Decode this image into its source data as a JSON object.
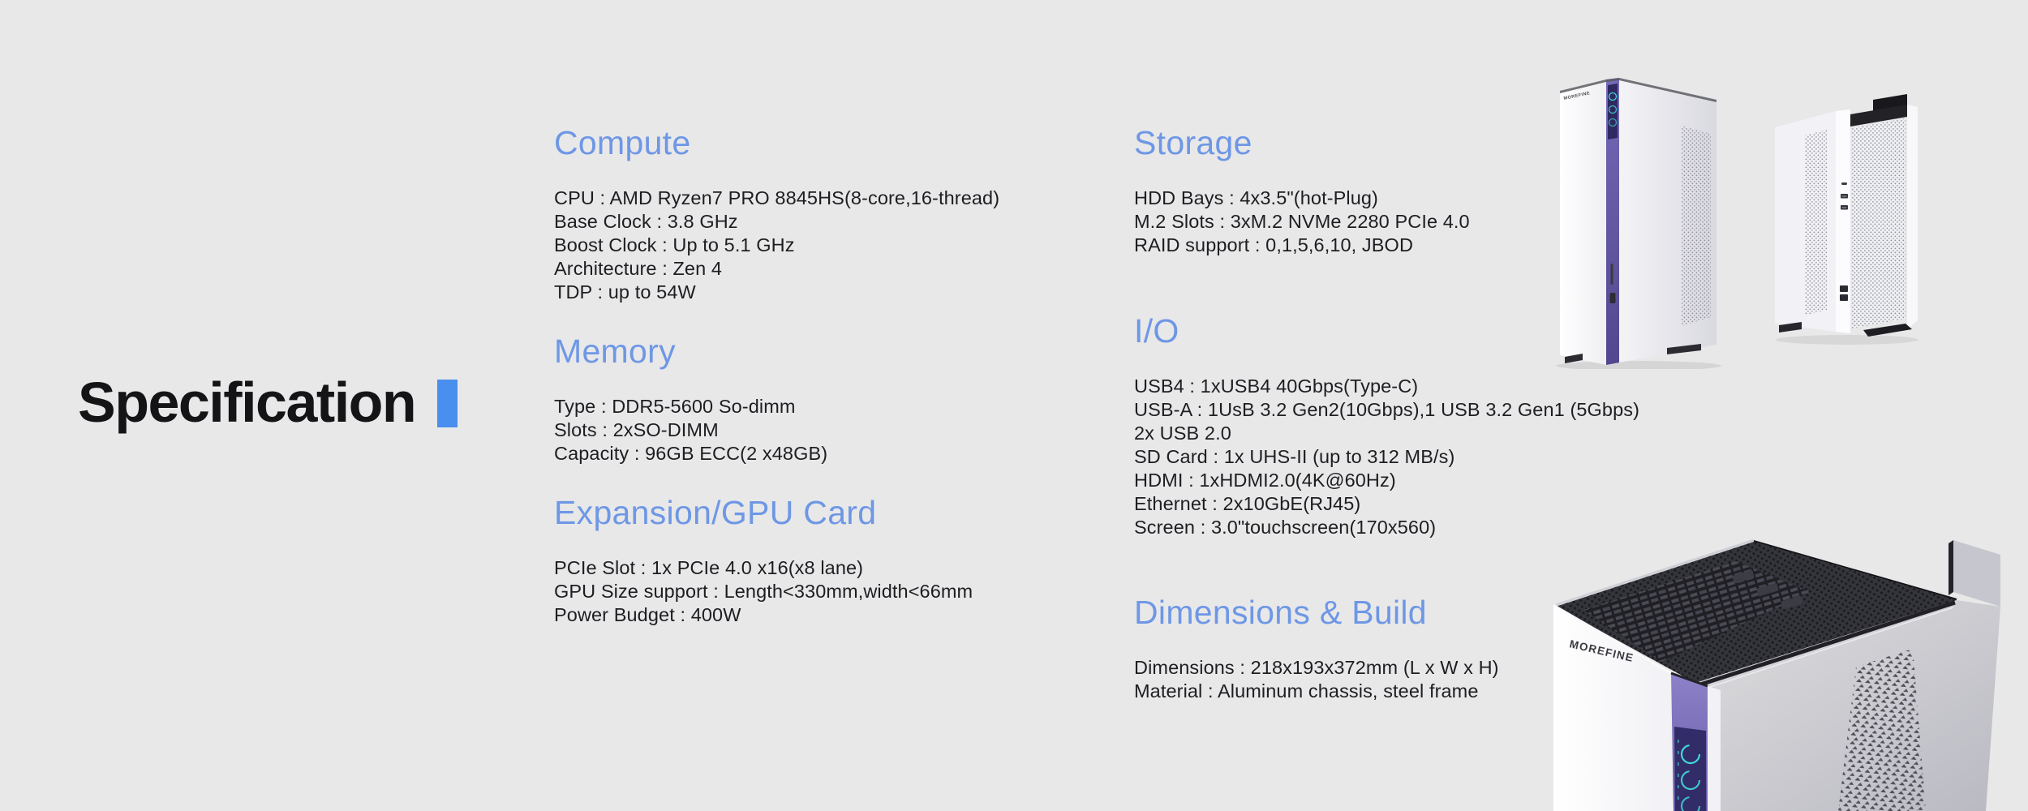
{
  "page": {
    "title": "Specification",
    "background_color": "#e8e8e9",
    "accent_color": "#4a8fee",
    "heading_color": "#6e97e5",
    "text_color": "#1e1e22"
  },
  "sections": {
    "compute": {
      "title": "Compute",
      "lines": [
        "CPU : AMD Ryzen7 PRO 8845HS(8-core,16-thread)",
        "Base Clock : 3.8 GHz",
        "Boost Clock : Up to 5.1 GHz",
        "Architecture : Zen 4",
        "TDP : up to 54W"
      ]
    },
    "memory": {
      "title": "Memory",
      "lines": [
        "Type : DDR5-5600 So-dimm",
        "Slots : 2xSO-DIMM",
        "Capacity : 96GB ECC(2 x48GB)"
      ]
    },
    "expansion": {
      "title": "Expansion/GPU Card",
      "lines": [
        "PCIe Slot : 1x PCIe 4.0 x16(x8 lane)",
        "GPU Size support : Length<330mm,width<66mm",
        "Power Budget : 400W"
      ]
    },
    "storage": {
      "title": "Storage",
      "lines": [
        "HDD Bays : 4x3.5\"(hot-Plug)",
        "M.2 Slots : 3xM.2 NVMe 2280 PCIe 4.0",
        "RAID support : 0,1,5,6,10, JBOD"
      ]
    },
    "io": {
      "title": "I/O",
      "lines": [
        "USB4 : 1xUSB4 40Gbps(Type-C)",
        "USB-A : 1UsB 3.2 Gen2(10Gbps),1 USB 3.2 Gen1 (5Gbps)",
        "2x USB 2.0",
        "SD Card : 1x UHS-II (up to 312 MB/s)",
        "HDMI : 1xHDMI2.0(4K@60Hz)",
        "Ethernet : 2x10GbE(RJ45)",
        "Screen : 3.0\"touchscreen(170x560)"
      ]
    },
    "dimensions": {
      "title": "Dimensions & Build",
      "lines": [
        "Dimensions : 218x193x372mm (L x W x H)",
        "Material : Aluminum chassis, steel frame"
      ]
    }
  },
  "images": {
    "brand_logo": "MOREFINE"
  }
}
